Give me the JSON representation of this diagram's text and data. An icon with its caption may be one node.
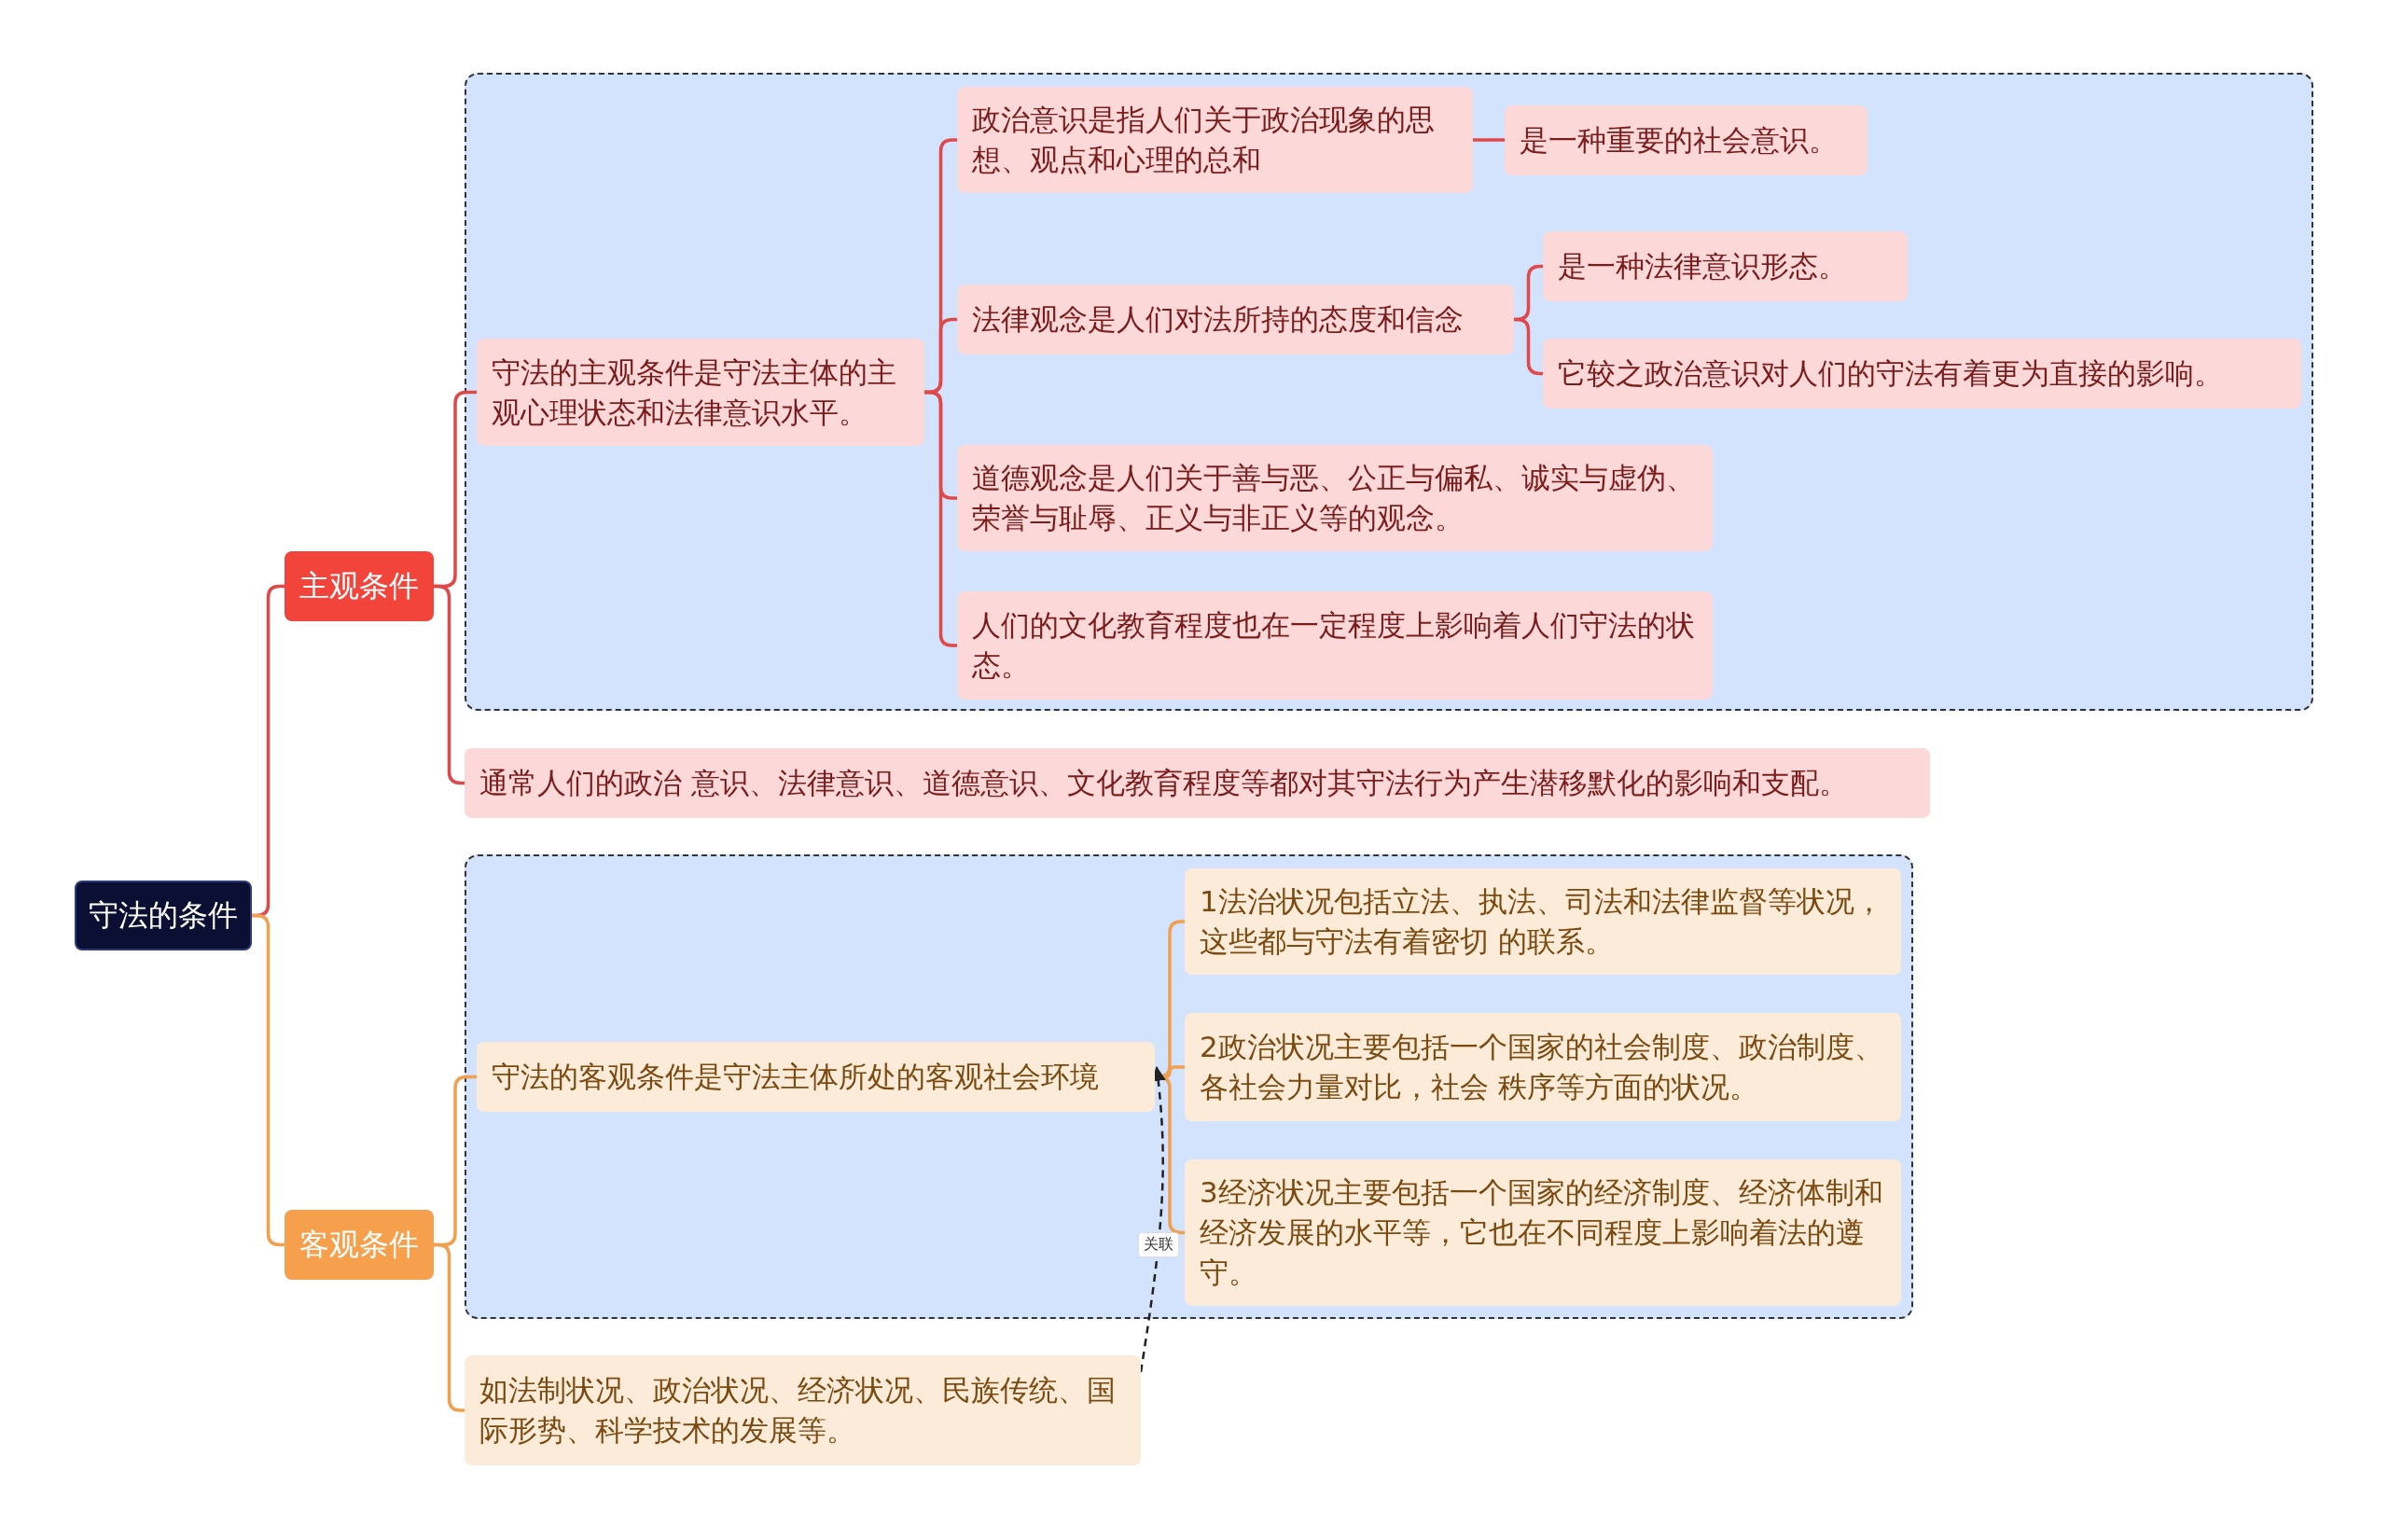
{
  "diagram": {
    "nodes": [
      {
        "text": [
          "守法的条件"
        ]
      },
      {
        "text": [
          "主观条件"
        ]
      },
      {
        "text": [],
        "shape": "box"
      },
      {
        "text": [
          "守法的主观条件是守法主体的主观心理状态和法律意识水平。"
        ],
        "in": 2
      },
      {
        "text": [
          "政治意识是指人们关于政治现象的思想、观点和心理的总和"
        ],
        "in": 2
      },
      {
        "text": [
          "是一种重要的社会意识。"
        ],
        "in": 2
      },
      {
        "text": [
          "法律观念是人们对法所持的态度和信念"
        ],
        "in": 2
      },
      {
        "text": [
          "是一种法律意识形态。"
        ],
        "in": 2
      },
      {
        "text": [
          "它较之政治意识对人们的守法有着更为直接的影响。"
        ],
        "in": 2
      },
      {
        "text": [
          "道德观念是人们关于善与恶、公正与偏私、诚实与虚伪、荣誉与耻辱、正义与非正义等的观念。"
        ],
        "in": 2
      },
      {
        "text": [
          "人们的文化教育程度也在一定程度上影响着人们守法的状态。"
        ],
        "in": 2
      },
      {
        "text": [
          "通常人们的政治 意识、法律意识、道德意识、文化教育程度等都对其守法行为产生潜移默化的影响和支配。"
        ]
      },
      {
        "text": [
          "客观条件"
        ]
      },
      {
        "text": [],
        "shape": "box"
      },
      {
        "text": [
          "守法的客观条件是守法主体所处的客观社会环境"
        ],
        "in": 13
      },
      {
        "text": [
          "1法治状况包括立法、执法、司法和法律监督等状况，这些都与守法有着密切 的联系。"
        ],
        "in": 13
      },
      {
        "text": [
          " 2政治状况主要包括一个国家的社会制度、政治制度、各社会力量对比，社会 秩序等方面的状况。"
        ],
        "in": 13
      },
      {
        "text": [
          "3经济状况主要包括一个国家的经济制度、经济体制和经济发展的水平等，它也在不同程度上影响着法的遵守。"
        ],
        "in": 13
      },
      {
        "text": [
          "如法制状况、政治状况、经济状况、民族传统、国际形势、科学技术的发展等。"
        ]
      }
    ],
    "edges": [
      {
        "from": 0,
        "to": 1,
        "arrow": "none"
      },
      {
        "from": 0,
        "to": 12,
        "arrow": "none",
        "color": "#f0a04e"
      },
      {
        "from": 1,
        "to": 3,
        "arrow": "none"
      },
      {
        "from": 1,
        "to": 11,
        "arrow": "none"
      },
      {
        "from": 3,
        "to": 4,
        "arrow": "none"
      },
      {
        "from": 3,
        "to": 6,
        "arrow": "none"
      },
      {
        "from": 3,
        "to": 9,
        "arrow": "none"
      },
      {
        "from": 3,
        "to": 10,
        "arrow": "none"
      },
      {
        "from": 4,
        "to": 5,
        "arrow": "none"
      },
      {
        "from": 6,
        "to": 7,
        "arrow": "none"
      },
      {
        "from": 6,
        "to": 8,
        "arrow": "none"
      },
      {
        "from": 12,
        "to": 14,
        "arrow": "none",
        "color": "#f0a04e"
      },
      {
        "from": 12,
        "to": 18,
        "arrow": "none",
        "color": "#f0a04e"
      },
      {
        "from": 14,
        "to": 15,
        "arrow": "none",
        "color": "#f0a04e"
      },
      {
        "from": 14,
        "to": 16,
        "arrow": "none",
        "color": "#f0a04e"
      },
      {
        "from": 14,
        "to": 17,
        "arrow": "none",
        "color": "#f0a04e"
      },
      {
        "from": 18,
        "to": 14,
        "arrow": "to",
        "label": "关联",
        "style": "dashed",
        "color": "#222222"
      }
    ]
  }
}
